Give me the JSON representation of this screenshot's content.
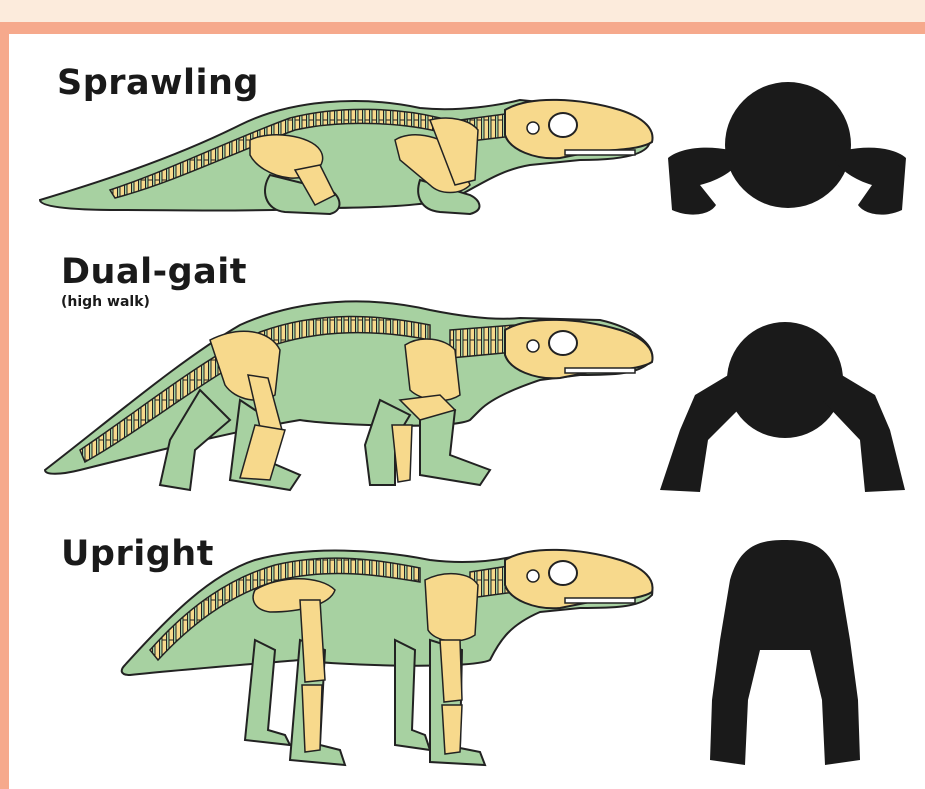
{
  "rows": [
    {
      "title": "Sprawling",
      "subtitle": ""
    },
    {
      "title": "Dual-gait",
      "subtitle": "(high walk)"
    },
    {
      "title": "Upright",
      "subtitle": ""
    }
  ],
  "colors": {
    "background": "#fcebdc",
    "border": "#f6a98c",
    "body": "#a7d1a1",
    "bone": "#f7d98c",
    "silhouette": "#1a1a1a",
    "outline": "#222222"
  }
}
